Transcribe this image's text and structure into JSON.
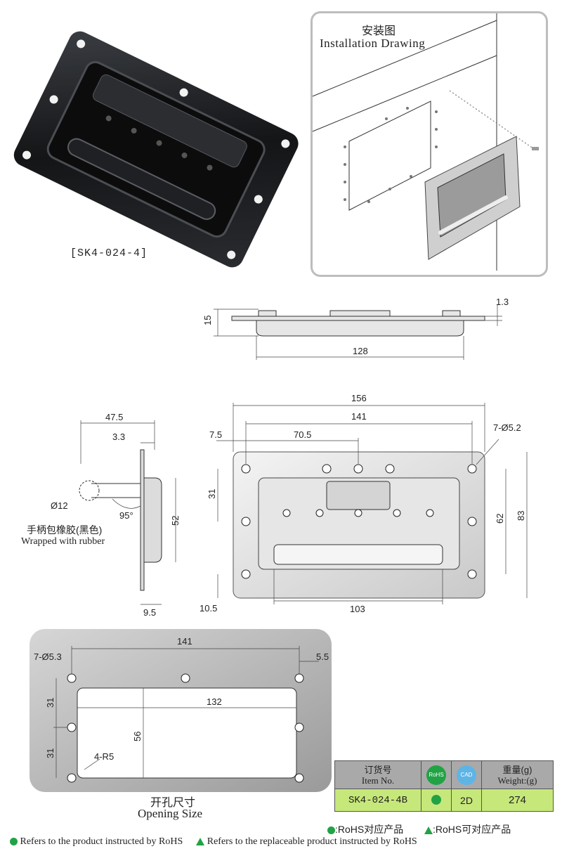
{
  "model_label": "[SK4-024-4]",
  "install": {
    "title_cn": "安装图",
    "title_en": "Installation Drawing"
  },
  "side_view": {
    "height": "15",
    "thickness": "1.3",
    "depth": "128"
  },
  "profile_view": {
    "width": "47.5",
    "offset": "3.3",
    "grip_dia": "Ø12",
    "angle": "95°",
    "height": "52",
    "base": "9.5",
    "rubber_cn": "手柄包橡胶(黑色)",
    "rubber_en": "Wrapped with rubber"
  },
  "front_view": {
    "overall_w": "156",
    "hole_span": "141",
    "edge": "7.5",
    "center": "70.5",
    "holes": "7-Ø5.2",
    "v31": "31",
    "v62": "62",
    "v83": "83",
    "v105": "10.5",
    "inner_w": "103"
  },
  "cutout": {
    "span": "141",
    "holes": "7-Ø5.3",
    "edge": "5.5",
    "v31a": "31",
    "v31b": "31",
    "inner_w": "132",
    "inner_h": "56",
    "corner": "4-R5",
    "title_cn": "开孔尺寸",
    "title_en": "Opening Size"
  },
  "table": {
    "h_item_cn": "订货号",
    "h_item_en": "Item No.",
    "h_rohs_icon": "RoHS",
    "h_cad_icon": "CAD",
    "h_weight_cn": "重量(g)",
    "h_weight_en": "Weight:(g)",
    "item": "SK4-024-4B",
    "cad": "2D",
    "weight": "274"
  },
  "legend": {
    "rohs_cn": ":RoHS对应产品",
    "rohs_plus_cn": ":RoHS可对应产品",
    "rohs_en": "Refers to the product instructed by RoHS",
    "rohs_plus_en": "Refers to the replaceable product instructed by RoHS"
  },
  "colors": {
    "accent": "#21a345",
    "table_row": "#c6e87a",
    "table_header": "#a9a9a9"
  }
}
